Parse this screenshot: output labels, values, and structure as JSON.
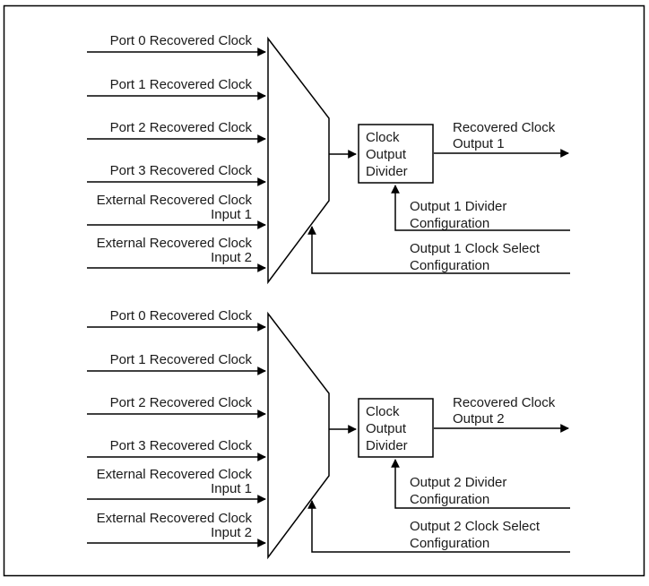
{
  "colors": {
    "line": "#000000",
    "text": "#1a1a1a",
    "background": "#ffffff"
  },
  "units": [
    {
      "inputs": [
        "Port 0 Recovered Clock",
        "Port 1 Recovered Clock",
        "Port 2 Recovered Clock",
        "Port 3 Recovered Clock",
        "External Recovered Clock\nInput 1",
        "External Recovered Clock\nInput 2"
      ],
      "divider_block": "Clock\nOutput\nDivider",
      "output_label": "Recovered Clock\nOutput 1",
      "divider_config_label": "Output 1 Divider\nConfiguration",
      "clock_select_config_label": "Output 1 Clock Select\nConfiguration"
    },
    {
      "inputs": [
        "Port 0 Recovered Clock",
        "Port 1 Recovered Clock",
        "Port 2 Recovered Clock",
        "Port 3 Recovered Clock",
        "External Recovered Clock\nInput 1",
        "External Recovered Clock\nInput 2"
      ],
      "divider_block": "Clock\nOutput\nDivider",
      "output_label": "Recovered Clock\nOutput 2",
      "divider_config_label": "Output 2 Divider\nConfiguration",
      "clock_select_config_label": "Output 2 Clock Select\nConfiguration"
    }
  ]
}
